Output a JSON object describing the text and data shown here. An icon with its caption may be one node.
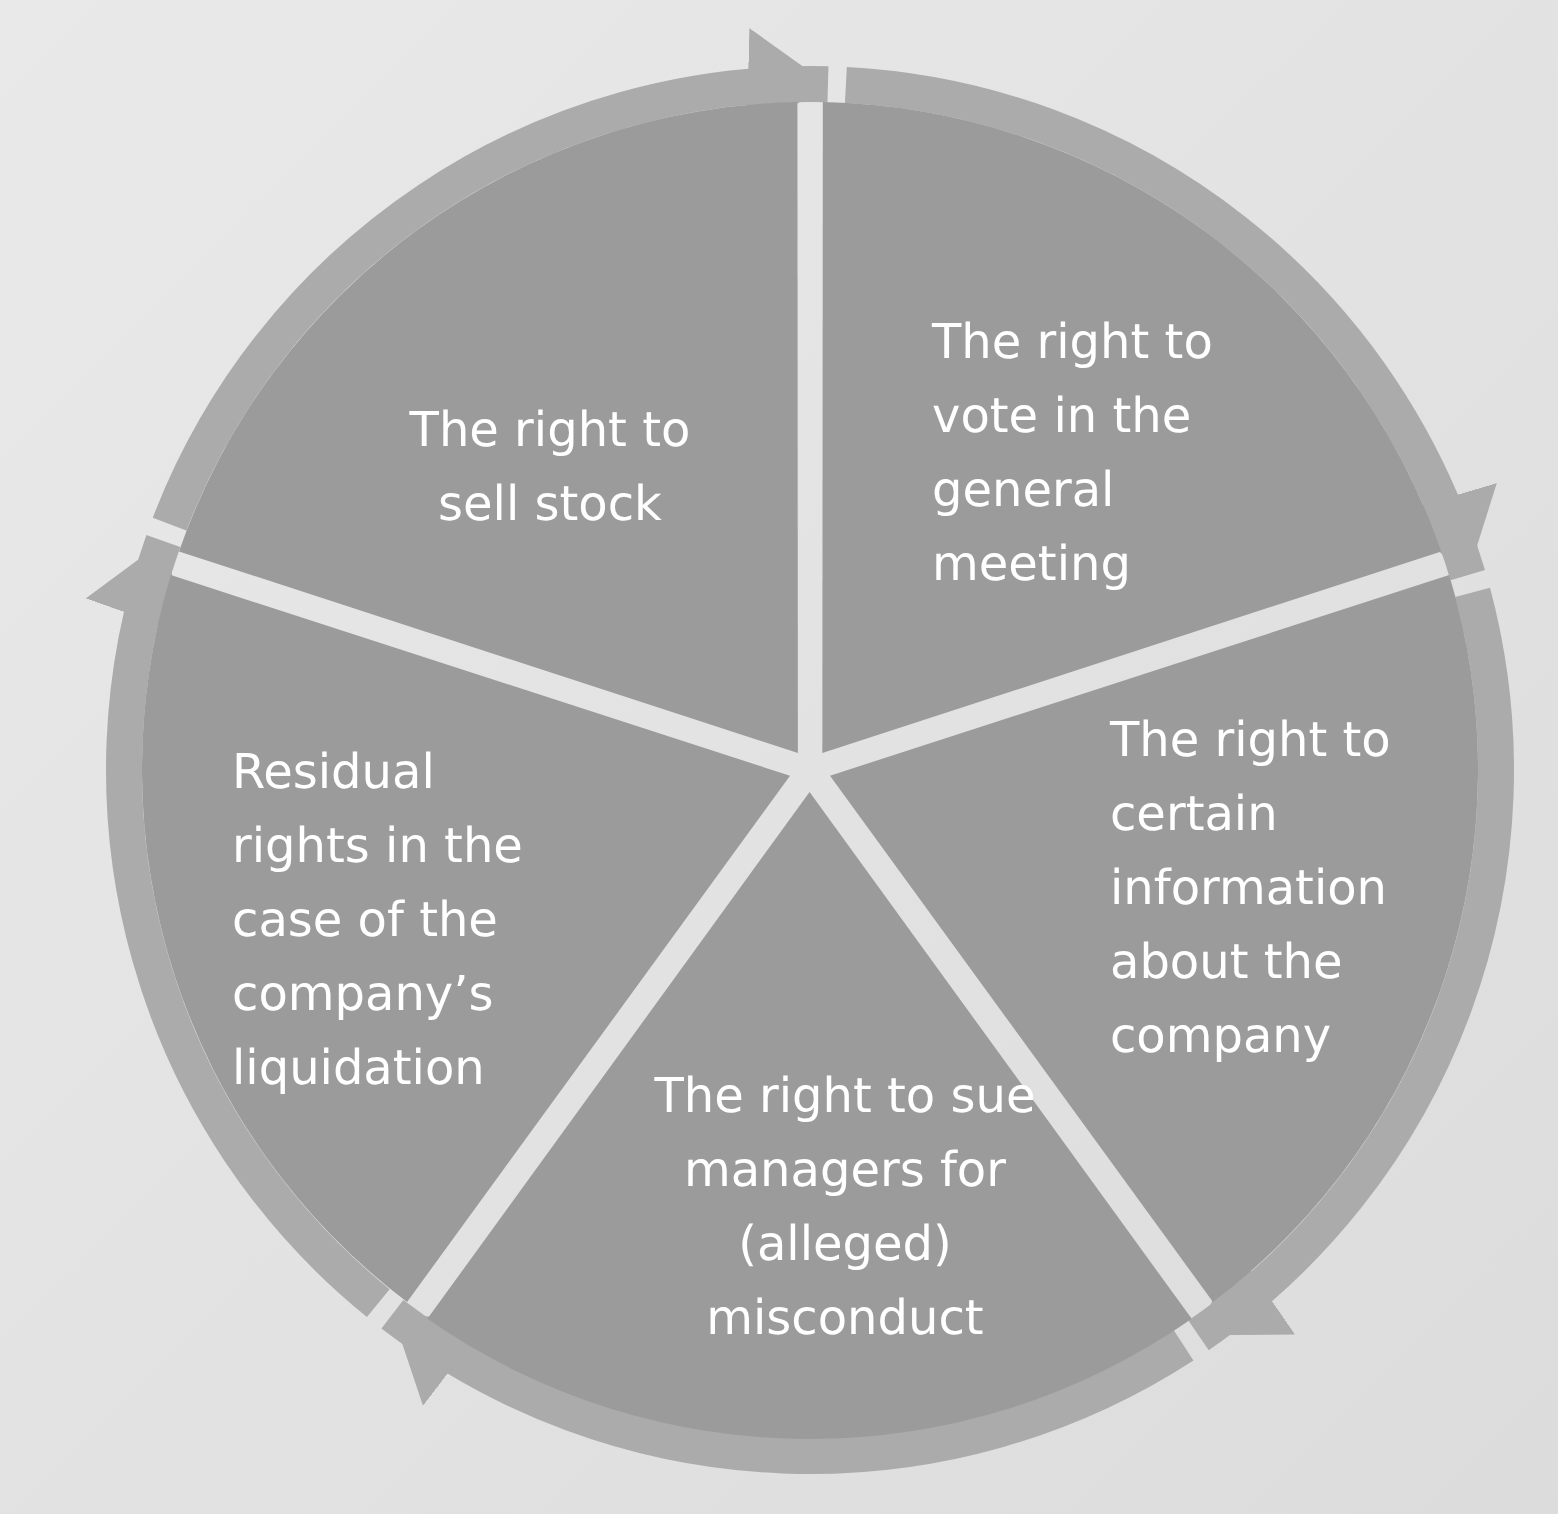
{
  "diagram": {
    "nodes": [
      {
        "text": [
          "The right to sell stock"
        ]
      },
      {
        "text": [
          "The right to vote in the general meeting"
        ]
      },
      {
        "text": [
          "The right to certain information about the company"
        ]
      },
      {
        "text": [
          "The right to sue managers for (alleged) misconduct"
        ]
      },
      {
        "text": [
          "Residual rights in the case of the company’s liquidation"
        ]
      }
    ],
    "edges": [
      {
        "from": 0,
        "to": 1,
        "arrow": "to"
      },
      {
        "from": 1,
        "to": 2,
        "arrow": "to"
      },
      {
        "from": 2,
        "to": 3,
        "arrow": "to"
      },
      {
        "from": 3,
        "to": 4,
        "arrow": "to"
      },
      {
        "from": 4,
        "to": 0,
        "arrow": "to"
      }
    ]
  }
}
